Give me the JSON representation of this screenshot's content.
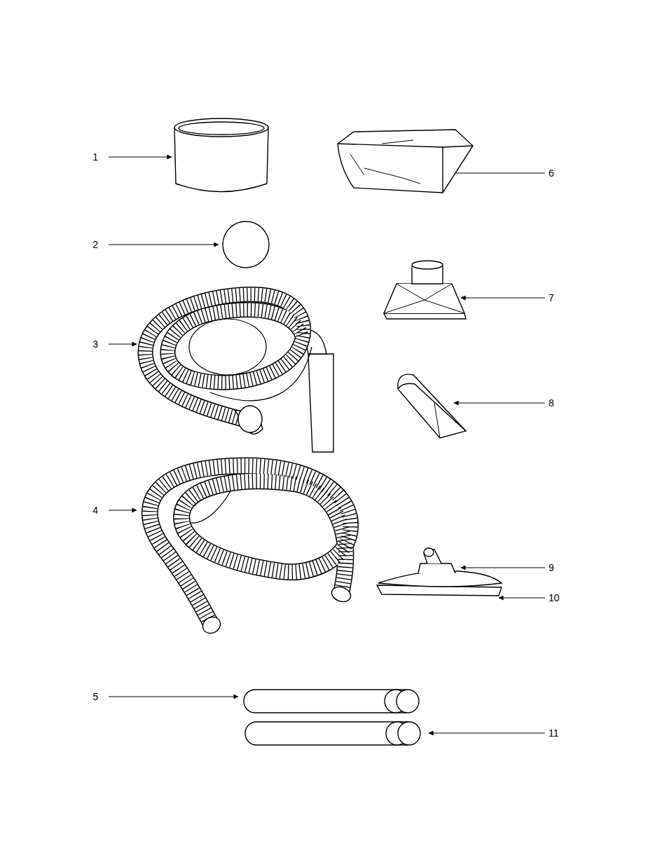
{
  "diagram": {
    "labels": [
      "1",
      "6",
      "2",
      "7",
      "3",
      "8",
      "4",
      "9",
      "10",
      "5",
      "11"
    ]
  }
}
